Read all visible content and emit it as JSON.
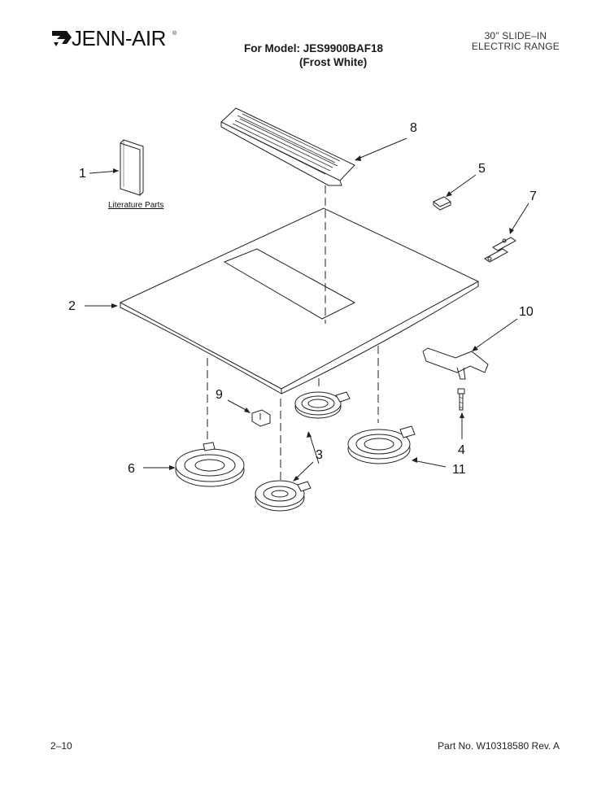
{
  "header": {
    "brand": "JENN-AIR",
    "model_line1": "For Model: JES9900BAF18",
    "model_line2": "(Frost White)",
    "product_line1": "30\" SLIDE–IN",
    "product_line2": "ELECTRIC RANGE"
  },
  "diagram": {
    "literature_label": "Literature Parts",
    "callouts": [
      "1",
      "2",
      "3",
      "4",
      "5",
      "6",
      "7",
      "8",
      "9",
      "10",
      "11"
    ]
  },
  "footer": {
    "page": "2–10",
    "part_number": "Part No. W10318580 Rev. A"
  }
}
